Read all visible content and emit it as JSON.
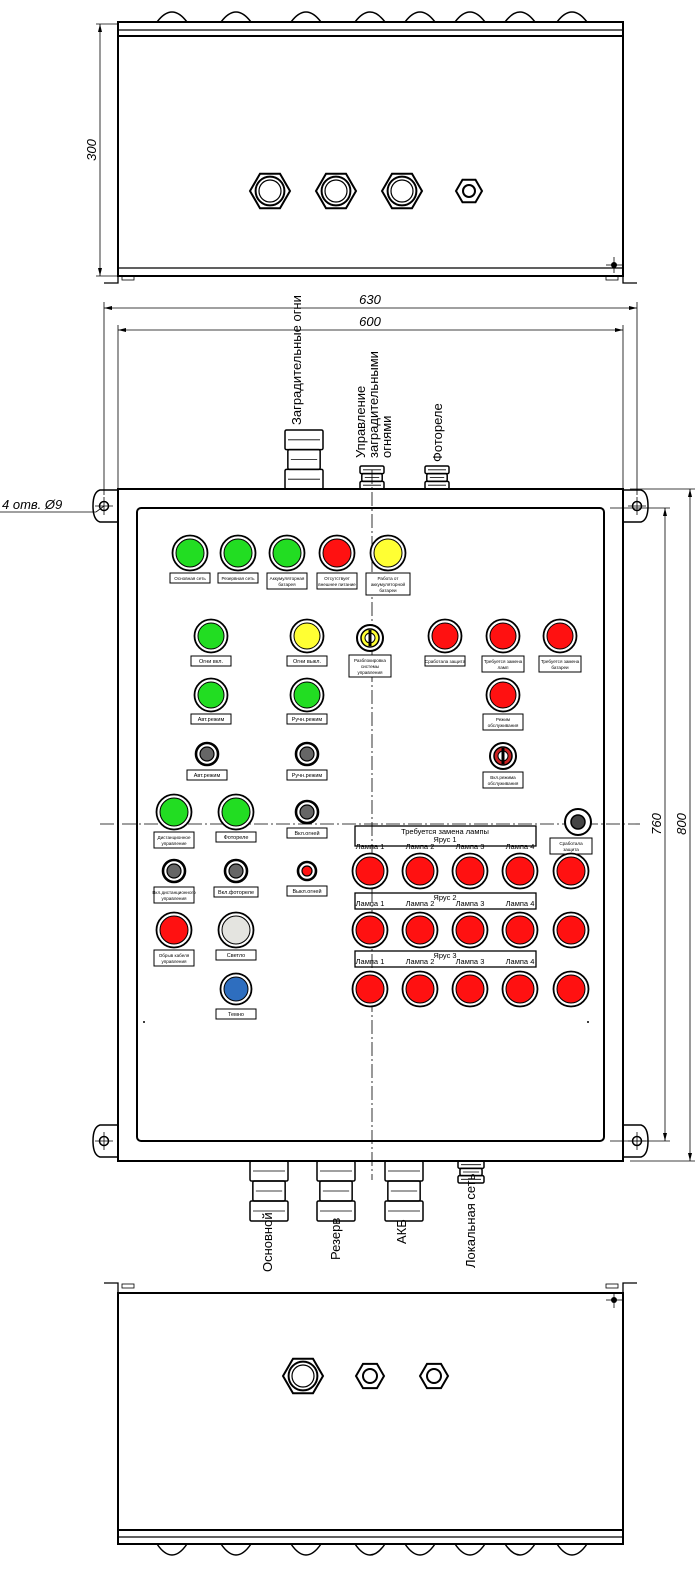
{
  "dimensions": {
    "height_top": "300",
    "width_outer": "630",
    "width_inner": "600",
    "height_inner": "760",
    "height_outer": "800",
    "holes": "4 отв. Ø9"
  },
  "top_ports": {
    "barrier_lights": "Заградительные огни",
    "barrier_control": "Управление заградительными огнями",
    "photorelay": "Фотореле"
  },
  "bottom_ports": {
    "main": "Основной",
    "reserve": "Резерв",
    "akb": "АКБ",
    "local_net": "Локальная сеть"
  },
  "colors": {
    "green": "#22dd22",
    "red": "#ff1111",
    "yellow": "#ffff33",
    "gray": "#666666",
    "white": "#e4e4e0",
    "blue": "#2e6ebf"
  },
  "panel": {
    "status_row": {
      "main_net": "Основная сеть",
      "reserve_net": "Резервная сеть",
      "battery_1": "Аккумуляторная",
      "battery_2": "батарея",
      "no_ext_1": "Отсутствует",
      "no_ext_2": "внешнее питание",
      "from_batt_1": "Работа от",
      "from_batt_2": "аккумуляторной",
      "from_batt_3": "батареи"
    },
    "lights_on": "Огни вкл.",
    "lights_off": "Огни выкл.",
    "unlock_1": "Разблокировка",
    "unlock_2": "системы",
    "unlock_3": "управления",
    "protection_tripped": "Сработала защита",
    "replace_lamp_1": "Требуется замена",
    "replace_lamp_2": "ламп",
    "replace_battery_1": "Требуется замена",
    "replace_battery_2": "батареи",
    "auto_mode": "Авт.режим",
    "manual_mode": "Ручн.режим",
    "maintenance_1": "Режим",
    "maintenance_2": "обслуживания",
    "auto_mode_btn": "Авт.режим",
    "manual_mode_btn": "Ручн.режим",
    "maint_switch_1": "Вкл.режима",
    "maint_switch_2": "обслуживания",
    "remote_ctrl_1": "Дистанционное",
    "remote_ctrl_2": "управление",
    "photorelay": "Фотореле",
    "lights_on_btn": "Вкл.огней",
    "prot_reset_1": "Сработала",
    "prot_reset_2": "защита",
    "remote_on_1": "Вкл.дистанционного",
    "remote_on_2": "управления",
    "photorelay_on": "Вкл.фотореле",
    "lights_off_btn": "Выкл.огней",
    "cable_break_1": "Обрыв кабеля",
    "cable_break_2": "управления",
    "light": "Светло",
    "dark": "Темно",
    "lamp_replace_header": "Требуется замена лампы",
    "tiers": [
      "Ярус 1",
      "Ярус 2",
      "Ярус 3"
    ],
    "lamps": [
      "Лампа 1",
      "Лампа 2",
      "Лампа 3",
      "Лампа 4"
    ]
  }
}
